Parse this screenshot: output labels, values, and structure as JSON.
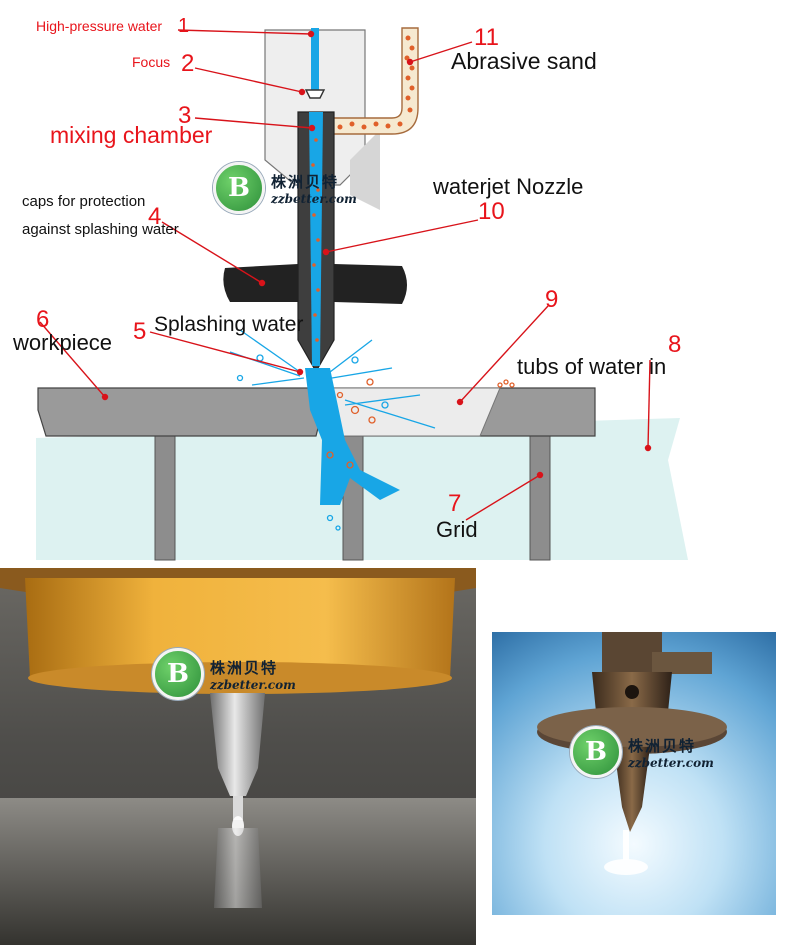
{
  "labels": {
    "high_pressure_water": "High-pressure water",
    "focus": "Focus",
    "mixing_chamber": "mixing chamber",
    "caps_line1": "caps for protection",
    "caps_line2": "against splashing water",
    "workpiece": "workpiece",
    "splashing_water": "Splashing water",
    "abrasive_sand": "Abrasive sand",
    "waterjet_nozzle": "waterjet Nozzle",
    "tubs_of_water": "tubs of water in",
    "grid": "Grid"
  },
  "numbers": {
    "n1": "1",
    "n2": "2",
    "n3": "3",
    "n4": "4",
    "n5": "5",
    "n6": "6",
    "n7": "7",
    "n8": "8",
    "n9": "9",
    "n10": "10",
    "n11": "11"
  },
  "watermark": {
    "cn": "株洲贝特",
    "url": "zzbetter.com",
    "logo_letter": "B"
  },
  "colors": {
    "water": "#18a6e6",
    "sand": "#e0602a",
    "leader": "#d8131a",
    "steel": "#8c8c8c",
    "tank": "#ddf2f1"
  }
}
